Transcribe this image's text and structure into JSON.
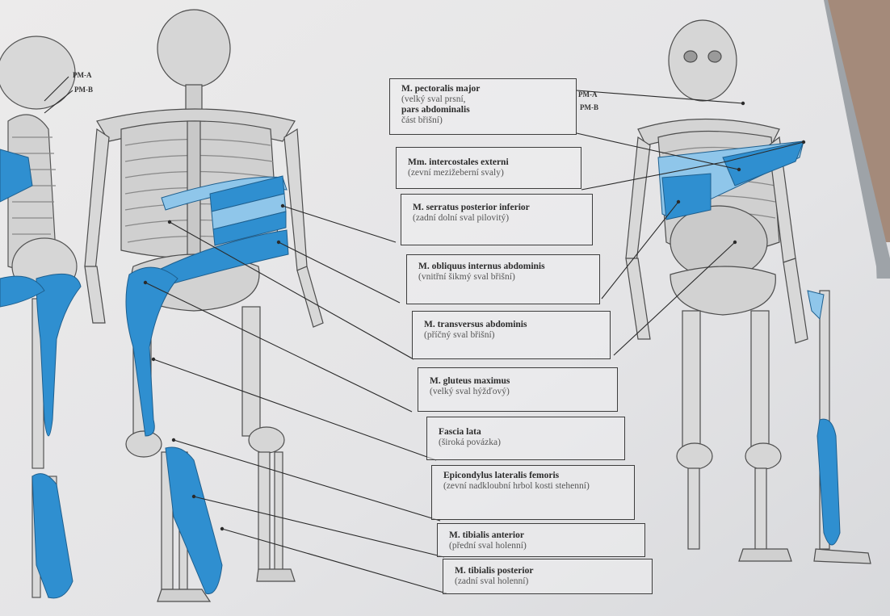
{
  "labels": [
    {
      "title": "M. pectoralis major",
      "lines": [
        "(velký sval prsní,"
      ],
      "title2": "pars abdominalis",
      "lines2": [
        "část břišní)"
      ]
    },
    {
      "title": "Mm. intercostales externi",
      "lines": [
        "(zevní mezižeberní svaly)"
      ]
    },
    {
      "title": "M. serratus posterior inferior",
      "lines": [
        "(zadní dolní sval pilovitý)"
      ]
    },
    {
      "title": "M. obliquus internus abdominis",
      "lines": [
        "(vnitřní šikmý sval břišní)"
      ]
    },
    {
      "title": "M. transversus abdominis",
      "lines": [
        "(příčný sval břišní)"
      ]
    },
    {
      "title": "M. gluteus maximus",
      "lines": [
        "(velký sval hýžďový)"
      ]
    },
    {
      "title": "Fascia lata",
      "lines": [
        "(široká povázka)"
      ]
    },
    {
      "title": "Epicondylus lateralis femoris",
      "lines": [
        "(zevní nadkloubní hrbol kosti stehenní)"
      ]
    },
    {
      "title": "M. tibialis anterior",
      "lines": [
        "(přední sval holenní)"
      ]
    },
    {
      "title": "M. tibialis posterior",
      "lines": [
        "(zadní sval holenní)"
      ]
    }
  ],
  "tags": {
    "left_a": "PM-A",
    "left_b": "PM-B",
    "right_a": "PM-A",
    "right_b": "PM-B"
  },
  "colors": {
    "muscle": "#2f8fd0",
    "muscle_light": "#8fc6ea",
    "bone": "#d9d9d9",
    "line": "#2a2a2a"
  }
}
